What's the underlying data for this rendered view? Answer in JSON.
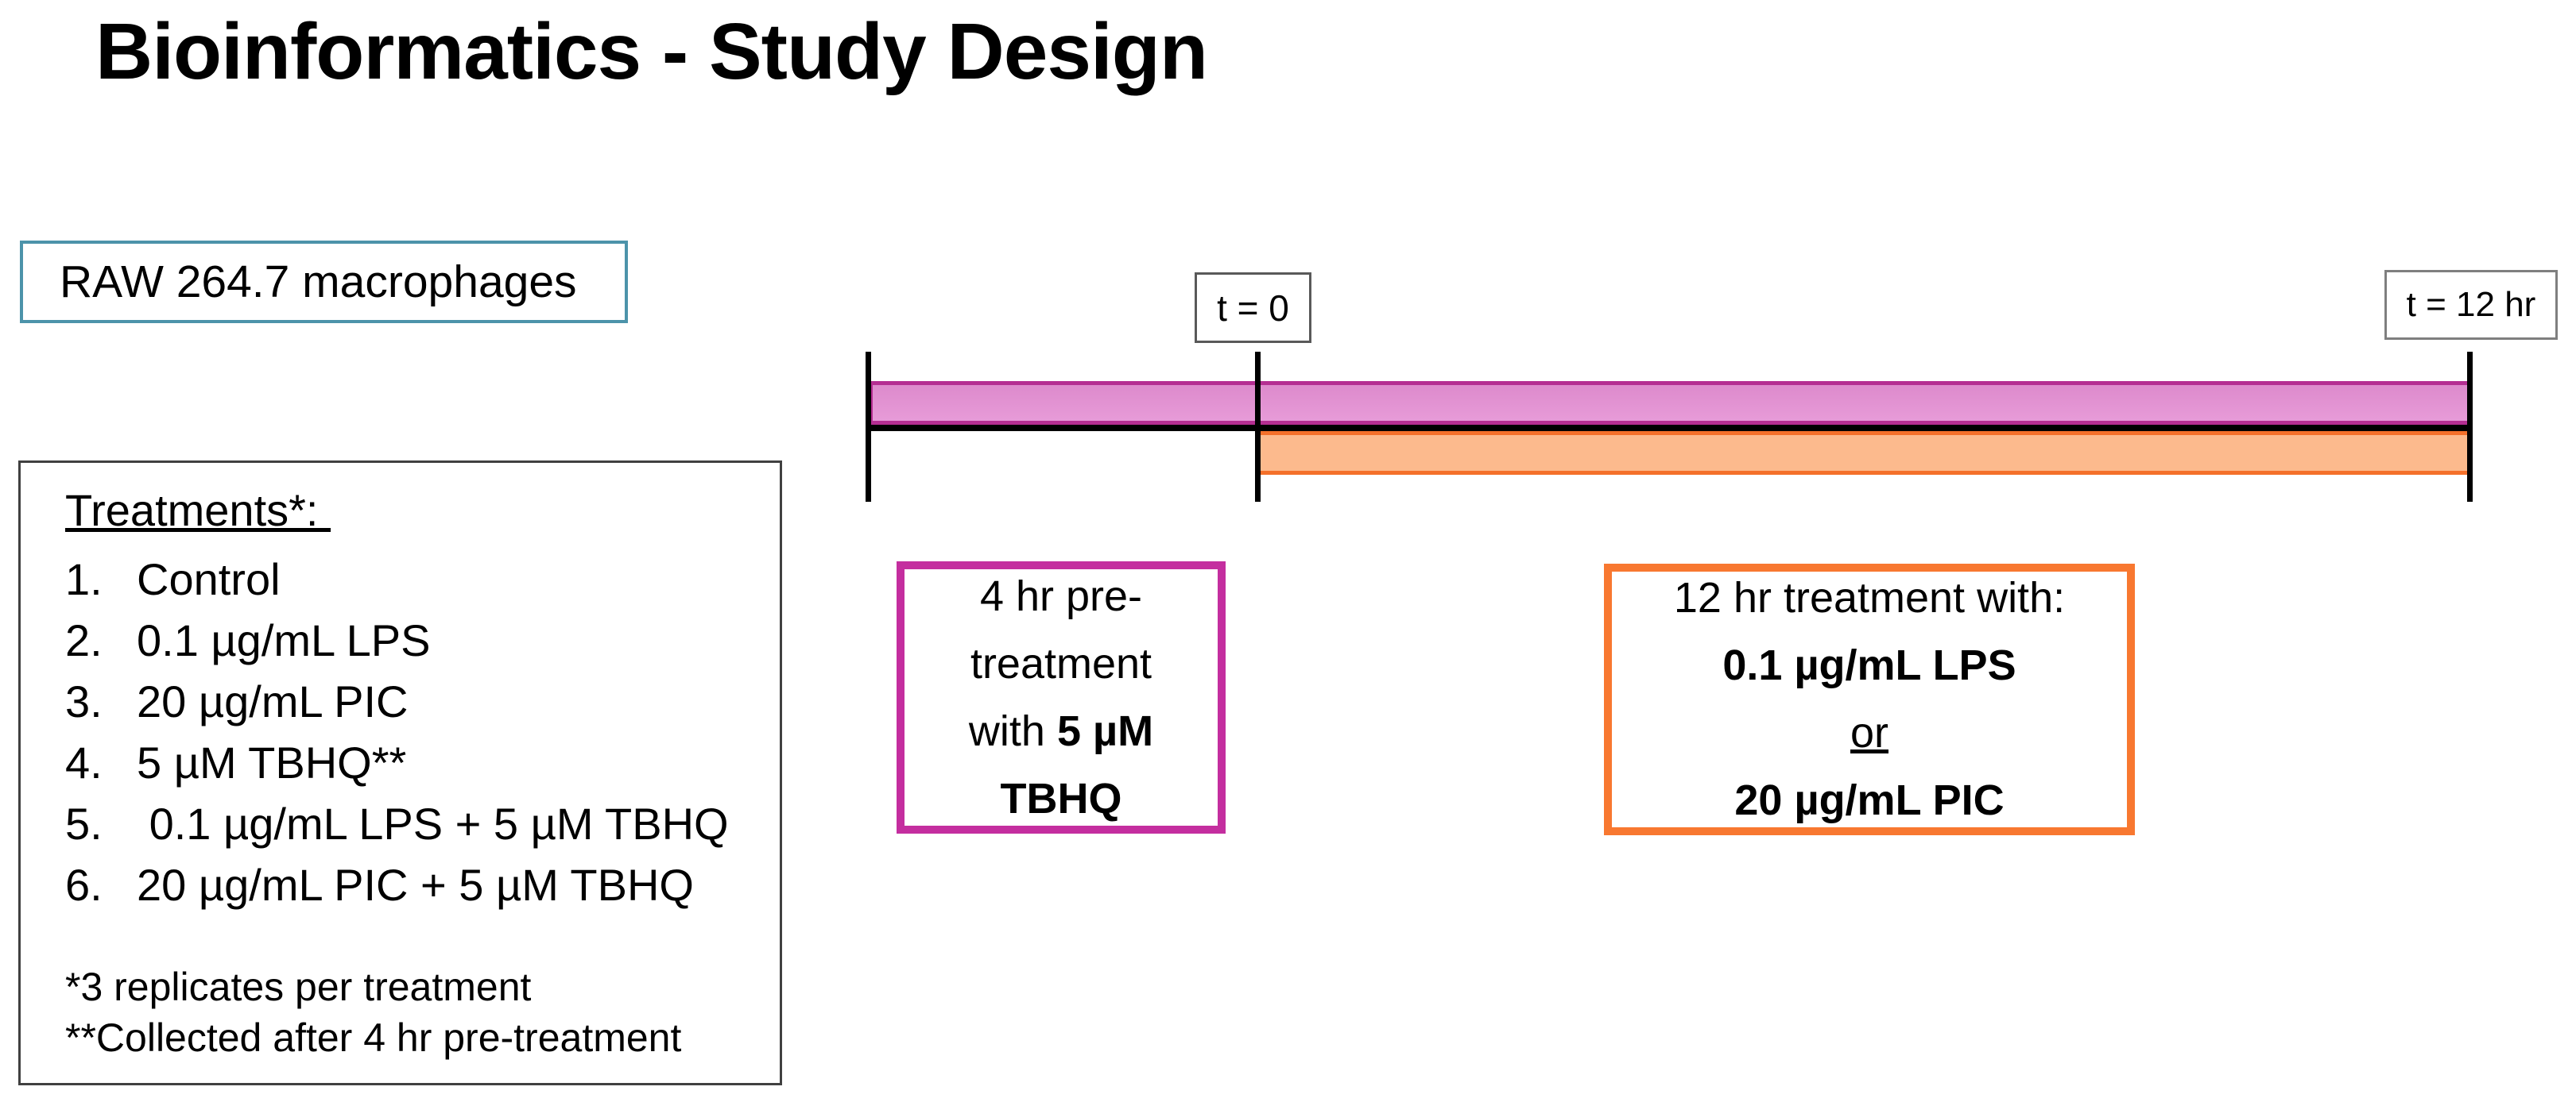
{
  "slide": {
    "title": "Bioinformatics - Study Design",
    "background_color": "#ffffff"
  },
  "cell_line_box": {
    "label": "RAW 264.7 macrophages",
    "border_color": "#4c93aa"
  },
  "treatments_box": {
    "heading": "Treatments*: ",
    "border_color": "#404040",
    "items": [
      {
        "num": "1.",
        "text": "Control"
      },
      {
        "num": "2.",
        "text": "0.1 µg/mL LPS"
      },
      {
        "num": "3.",
        "text": "20 µg/mL PIC"
      },
      {
        "num": "4.",
        "text": "5 µM TBHQ**"
      },
      {
        "num": "5.",
        "text": " 0.1 µg/mL LPS + 5 µM TBHQ"
      },
      {
        "num": "6.",
        "text": "20 µg/mL PIC + 5 µM TBHQ"
      }
    ],
    "footnotes": [
      "*3 replicates per treatment",
      "**Collected after 4 hr pre-treatment"
    ]
  },
  "timeline": {
    "t0_label": "t = 0",
    "t12_label": "t = 12 hr",
    "t_label_border_color": "#595959",
    "axis_color": "#000000",
    "pretreatment_bar": {
      "fill": "#e293d3",
      "border": "#b52e92"
    },
    "treatment_bar": {
      "fill": "#fcba8d",
      "border": "#f4702a"
    }
  },
  "pretreatment_callout": {
    "border_color": "#c42e9f",
    "line1": "4 hr pre-",
    "line2": "treatment",
    "line3_regular": "with ",
    "line3_bold": "5 µM",
    "line4_bold": "TBHQ"
  },
  "treatment_callout": {
    "border_color": "#f87830",
    "line1": "12 hr treatment with:",
    "line2_bold": "0.1 µg/mL LPS",
    "line3_underlined": "or",
    "line4_bold": "20 µg/mL PIC"
  }
}
